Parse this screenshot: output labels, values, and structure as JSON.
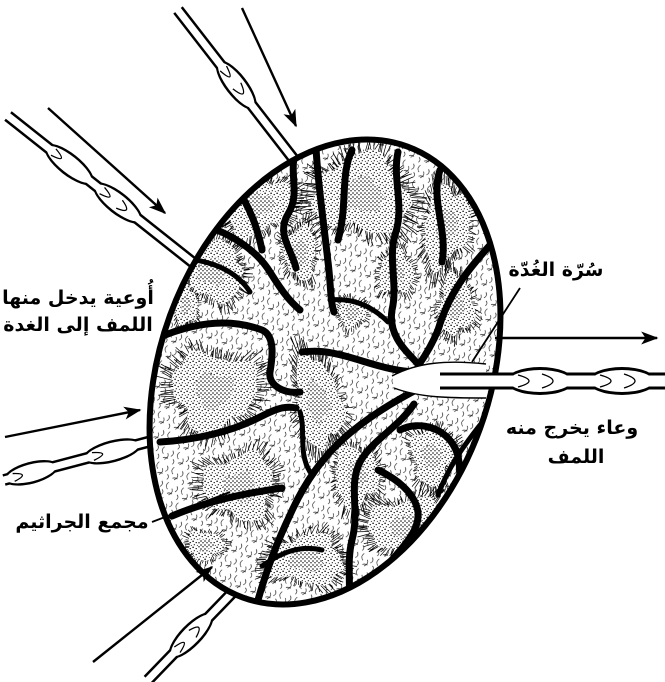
{
  "figure": {
    "labels": {
      "afferent_vessels": [
        "أُوعية يدخل منها",
        "اللمف إلى الغدة"
      ],
      "hilum": "سُرّة الغُدّة",
      "efferent_vessel": [
        "وعاء يخرج منه",
        "اللمف"
      ],
      "germinal_center": "مجمع الجراثيم"
    }
  },
  "colors": {
    "ink": "#000000",
    "paper": "#ffffff"
  }
}
